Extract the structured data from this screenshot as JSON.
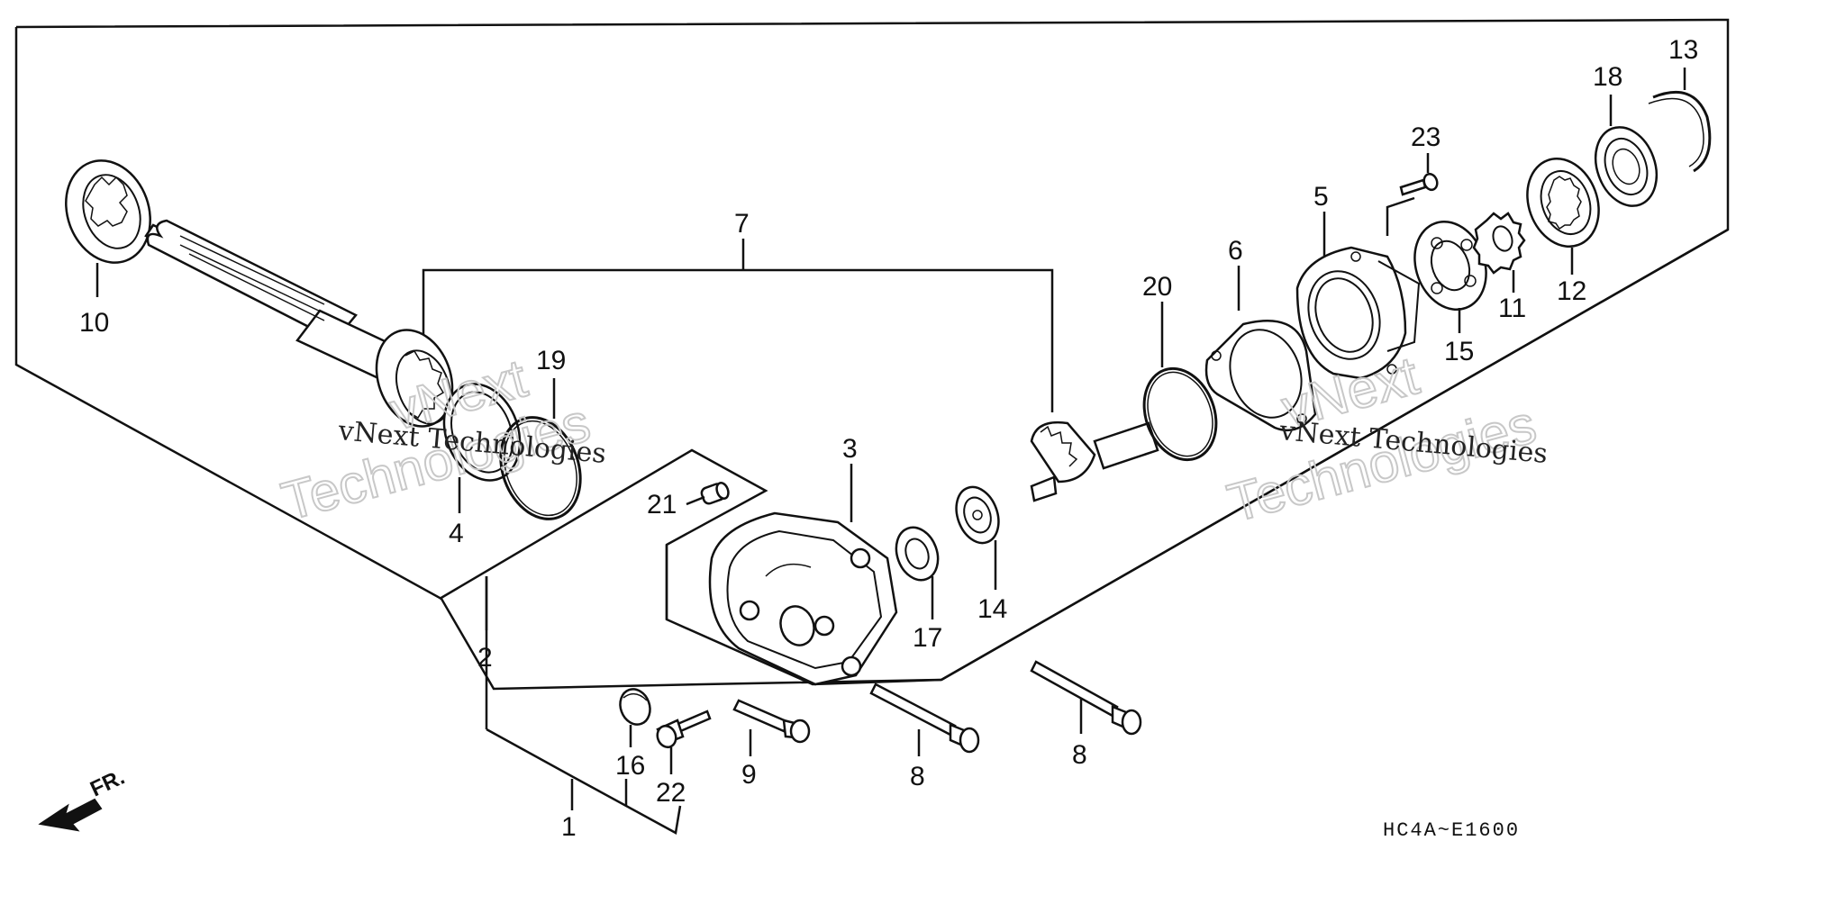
{
  "callouts": [
    {
      "id": "10",
      "label": "10"
    },
    {
      "id": "7",
      "label": "7"
    },
    {
      "id": "19",
      "label": "19"
    },
    {
      "id": "4",
      "label": "4"
    },
    {
      "id": "21",
      "label": "21"
    },
    {
      "id": "3",
      "label": "3"
    },
    {
      "id": "2",
      "label": "2"
    },
    {
      "id": "17",
      "label": "17"
    },
    {
      "id": "14",
      "label": "14"
    },
    {
      "id": "20",
      "label": "20"
    },
    {
      "id": "6",
      "label": "6"
    },
    {
      "id": "5",
      "label": "5"
    },
    {
      "id": "23",
      "label": "23"
    },
    {
      "id": "15",
      "label": "15"
    },
    {
      "id": "11",
      "label": "11"
    },
    {
      "id": "12",
      "label": "12"
    },
    {
      "id": "18",
      "label": "18"
    },
    {
      "id": "13",
      "label": "13"
    },
    {
      "id": "16",
      "label": "16"
    },
    {
      "id": "22",
      "label": "22"
    },
    {
      "id": "9",
      "label": "9"
    },
    {
      "id": "8a",
      "label": "8"
    },
    {
      "id": "8b",
      "label": "8"
    },
    {
      "id": "1",
      "label": "1"
    }
  ],
  "diagram_code": "HC4A~E1600",
  "watermarks": {
    "small_text": "vNext Technologies",
    "large_line1": "vNext",
    "large_line2": "Technologies"
  },
  "direction_label": "FR."
}
